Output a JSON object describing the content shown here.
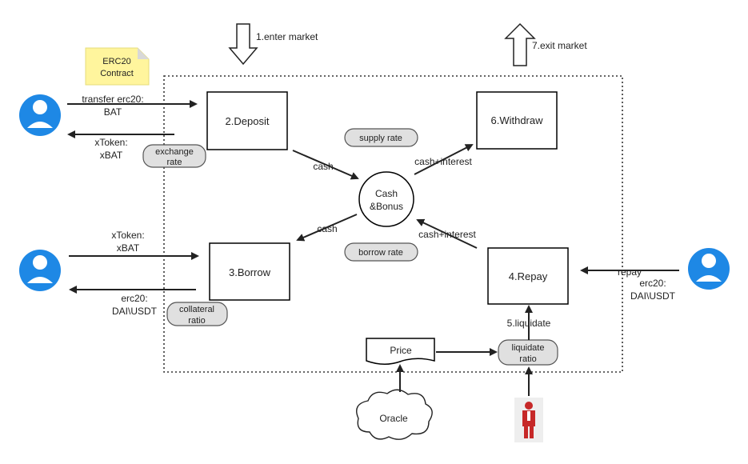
{
  "note": {
    "line1": "ERC20",
    "line2": "Contract"
  },
  "top": {
    "enter": "1.enter market",
    "exit": "7.exit market"
  },
  "boxes": {
    "deposit": "2.Deposit",
    "withdraw": "6.Withdraw",
    "borrow": "3.Borrow",
    "repay": "4.Repay"
  },
  "center": {
    "line1": "Cash",
    "line2": "&Bonus"
  },
  "pills": {
    "supply_rate": "supply rate",
    "borrow_rate": "borrow rate",
    "exchange_rate": {
      "line1": "exchange",
      "line2": "rate"
    },
    "collateral_ratio": {
      "line1": "collateral",
      "line2": "ratio"
    },
    "liquidate_ratio": {
      "line1": "liquidate",
      "line2": "ratio"
    }
  },
  "edges": {
    "transfer": {
      "line1": "transfer erc20:",
      "line2": "BAT"
    },
    "xtoken_out": {
      "line1": "xToken:",
      "line2": "xBAT"
    },
    "xtoken_in": {
      "line1": "xToken:",
      "line2": "xBAT"
    },
    "erc20_out": {
      "line1": "erc20:",
      "line2": "DAI\\USDT"
    },
    "repay": "repay",
    "repay_token": {
      "line1": "erc20:",
      "line2": "DAI\\USDT"
    },
    "cash_in": "cash",
    "cash_out": "cash",
    "cash_interest_out": "cash+interest",
    "cash_interest_in": "cash+interest",
    "liquidate": "5.liquidate"
  },
  "price": "Price",
  "oracle": "Oracle",
  "colors": {
    "user": "#1e88e5",
    "liquidator": "#c62828",
    "note": "#fff59d",
    "pill": "#e0e0e0"
  }
}
